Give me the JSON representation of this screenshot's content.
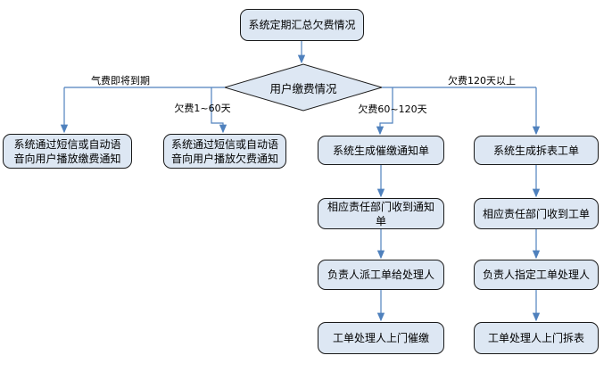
{
  "colors": {
    "node_fill": "#dde7f3",
    "node_border": "#1a1a1a",
    "connector": "#4f81bd",
    "text": "#000000"
  },
  "nodes": {
    "start": "系统定期汇总欠费情况",
    "decision": "用户缴费情况",
    "branch1": {
      "label": "气费即将到期",
      "steps": [
        "系统通过短信或自动语音向用户播放缴费通知"
      ]
    },
    "branch2": {
      "label": "欠费1~60天",
      "steps": [
        "系统通过短信或自动语音向用户播放欠费通知"
      ]
    },
    "branch3": {
      "label": "欠费60~120天",
      "steps": [
        "系统生成催缴通知单",
        "相应责任部门收到通知单",
        "负责人派工单给处理人",
        "工单处理人上门催缴"
      ]
    },
    "branch4": {
      "label": "欠费120天以上",
      "steps": [
        "系统生成拆表工单",
        "相应责任部门收到工单",
        "负责人指定工单处理人",
        "工单处理人上门拆表"
      ]
    }
  }
}
